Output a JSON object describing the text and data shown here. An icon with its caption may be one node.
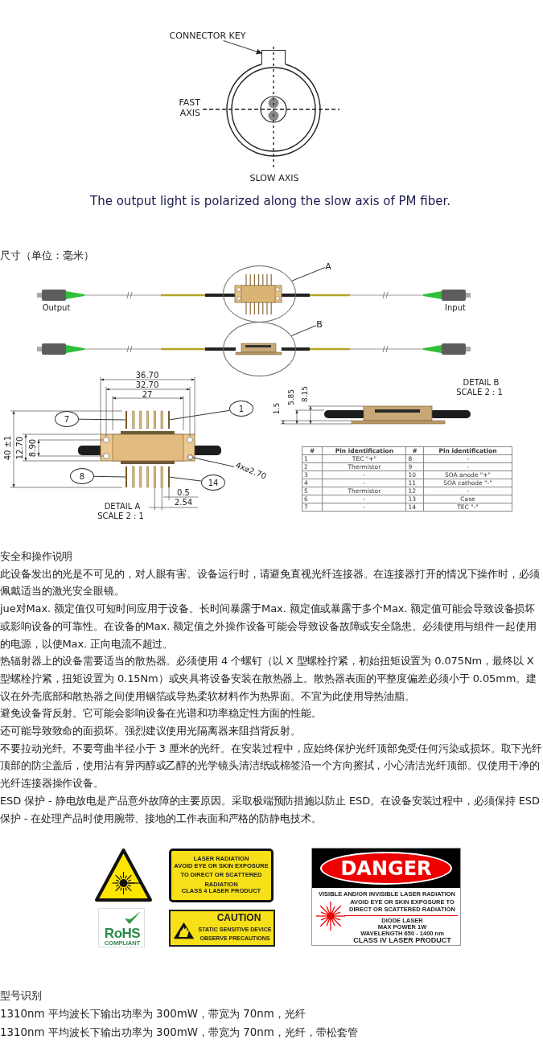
{
  "diagram": {
    "nodes": [
      {
        "text": [
          "CONNECTOR KEY"
        ]
      },
      {
        "text": [],
        "shape": "box"
      },
      {
        "text": [
          "A"
        ]
      },
      {
        "text": [],
        "shape": "circle"
      },
      {
        "text": [
          "B"
        ]
      },
      {
        "text": [],
        "shape": "circle"
      },
      {
        "text": [
          "7"
        ]
      },
      {
        "text": [],
        "shape": "bar"
      },
      {
        "text": [
          "1"
        ]
      },
      {
        "text": [],
        "shape": "bar"
      },
      {
        "text": [
          "8"
        ]
      },
      {
        "text": [],
        "shape": "bar"
      },
      {
        "text": [
          "14"
        ]
      },
      {
        "text": [],
        "shape": "bar"
      },
      {
        "text": [
          "4x⌀2.70"
        ]
      },
      {
        "text": [],
        "shape": "circle"
      }
    ],
    "edges": [
      {
        "from": 0,
        "to": 1,
        "arrow": "to"
      },
      {
        "from": 2,
        "to": 3,
        "arrow": "none"
      },
      {
        "from": 4,
        "to": 5,
        "arrow": "none"
      },
      {
        "from": 6,
        "to": 7,
        "arrow": "none"
      },
      {
        "from": 8,
        "to": 9,
        "arrow": "none"
      },
      {
        "from": 10,
        "to": 11,
        "arrow": "none"
      },
      {
        "from": 12,
        "to": 13,
        "arrow": "none"
      },
      {
        "from": 14,
        "to": 15,
        "arrow": "none"
      }
    ],
    "labels": [
      "FAST AXIS",
      "SLOW AXIS",
      "The output light is polarized along the slow axis of PM fiber.",
      "尺寸（单位：毫米）",
      "Output",
      "Input",
      "36.70",
      "32.70",
      "27",
      "40 ±1",
      "12.70",
      "8.90",
      "0.5",
      "2.54",
      "DETAIL A",
      "SCALE 2 : 1",
      "1.5",
      "5.85",
      "8.15",
      "DETAIL B",
      "SCALE 2 : 1",
      "#",
      "Pin identification",
      "#",
      "Pin identification",
      "1",
      "TEC \"+\"",
      "8",
      "-",
      "2",
      "Thermistor",
      "9",
      "-",
      "3",
      "-",
      "10",
      "SOA anode \"+\"",
      "4",
      "-",
      "11",
      "SOA cathode \"-\"",
      "5",
      "Thermistor",
      "12",
      "-",
      "6",
      "-",
      "13",
      "Case",
      "7",
      "-",
      "14",
      "TEC \"-\"",
      "安全和操作说明",
      "此设备发出的光是不可见的，对人眼有害。设备运行时，请避免直视光纤连接器。在连接器打开的情况下操作时，必须佩戴适当的激光安全眼镜。",
      "jue对Max. 额定值仅可短时间应用于设备。长时间暴露于Max. 额定值或暴露于多个Max. 额定值可能会导致设备损坏或影响设备的可靠性。在设备的Max. 额定值之外操作设备可能会导致设备故障或安全隐患。必须使用与组件一起使用的电源，以使Max. 正向电流不超过。",
      "热辐射器上的设备需要适当的散热器。必须使用 4 个螺钉（以 X 型螺栓拧紧，初始扭矩设置为 0.075Nm，最终以 X 型螺栓拧紧，扭矩设置为 0.15Nm）或夹具将设备安装在散热器上。散热器表面的平整度偏差必须小于 0.05mm。建议在外壳底部和散热器之间使用铟箔或导热柔软材料作为热界面。不宜为此使用导热油脂。",
      "避免设备背反射。它可能会影响设备在光谱和功率稳定性方面的性能。",
      "还可能导致致命的面损坏。强烈建议使用光隔离器来阻挡背反射。",
      "不要拉动光纤。不要弯曲半径小于 3 厘米的光纤。在安装过程中，应始终保护光纤顶部免受任何污染或损坏。取下光纤顶部的防尘盖后，使用沾有异丙醇或乙醇的光学镜头清洁纸或棉签沿一个方向擦拭，小心清洁光纤顶部。仅使用干净的光纤连接器操作设备。",
      "ESD 保护 - 静电放电是产品意外故障的主要原因。采取极端预防措施以防止 ESD。在设备安装过程中，必须保持 ESD 保护 - 在处理产品时使用腕带、接地的工作表面和严格的防静电技术。",
      "LASER RADIATION",
      "AVOID EYE OR SKIN EXPOSURE TO DIRECT OR SCATTERED RADIATION",
      "CLASS 4 LASER PRODUCT",
      "RoHS",
      "COMPLIANT",
      "CAUTION",
      "STATIC SENSITIVE DEVICE",
      "OBSERVE PRECAUTIONS",
      "DANGER",
      "VISIBLE AND/OR INVISIBLE LASER RADIATION",
      "AVOID EYE OR SKIN EXPOSURE TO DIRECT OR SCATTERED RADIATION",
      "DIODE LASER",
      "MAX POWER 1W",
      "WAVELENGTH 650 - 1400 nm",
      "CLASS IV LASER PRODUCT",
      "型号识别",
      "1310nm 平均波长下输出功率为 300mW，带宽为 70nm，光纤",
      "1310nm 平均波长下输出功率为 300mW，带宽为 70nm，光纤，带松套管"
    ]
  }
}
